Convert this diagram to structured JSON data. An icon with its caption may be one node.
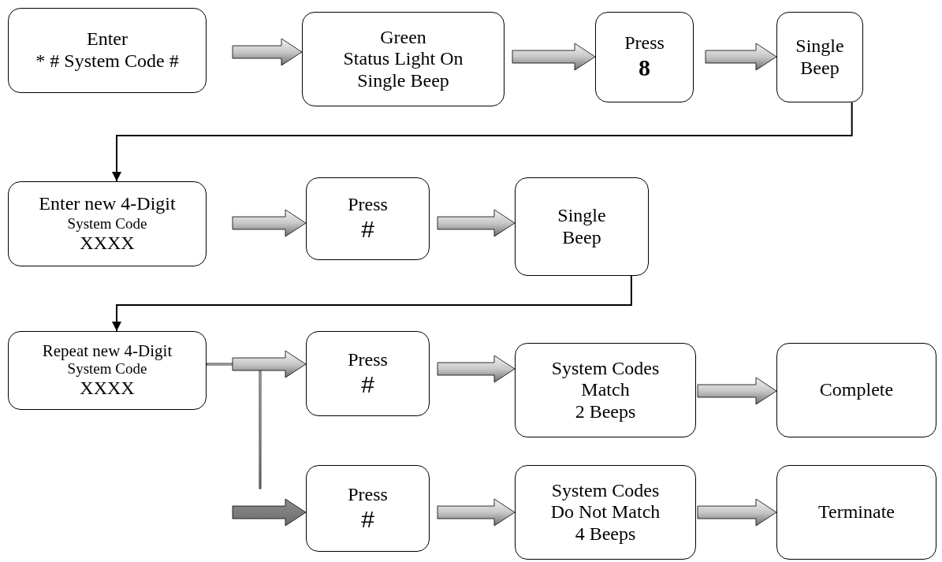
{
  "diagram": {
    "nodes": [
      {
        "text": [
          "Enter",
          "* # System Code #"
        ]
      },
      {
        "text": [
          "Green",
          "Status Light On",
          "Single Beep"
        ]
      },
      {
        "text": [
          "Press",
          "8"
        ]
      },
      {
        "text": [
          "Single",
          "Beep"
        ]
      },
      {
        "text": [
          "Enter new 4-Digit",
          "System Code",
          "XXXX"
        ]
      },
      {
        "text": [
          "Press",
          "#"
        ]
      },
      {
        "text": [
          "Single",
          "Beep"
        ]
      },
      {
        "text": [
          "Repeat new 4-Digit",
          "System Code",
          "XXXX"
        ]
      },
      {
        "text": [
          "Press",
          "#"
        ]
      },
      {
        "text": [
          "System Codes",
          "Match",
          "2 Beeps"
        ]
      },
      {
        "text": [
          "Complete"
        ]
      },
      {
        "text": [
          "Press",
          "#"
        ]
      },
      {
        "text": [
          "System Codes",
          "Do Not Match",
          "4 Beeps"
        ]
      },
      {
        "text": [
          "Terminate"
        ]
      }
    ],
    "edges": [
      {
        "from": 0,
        "to": 1,
        "arrow": "to"
      },
      {
        "from": 1,
        "to": 2,
        "arrow": "to"
      },
      {
        "from": 2,
        "to": 3,
        "arrow": "to"
      },
      {
        "from": 3,
        "to": 4,
        "arrow": "to"
      },
      {
        "from": 4,
        "to": 5,
        "arrow": "to"
      },
      {
        "from": 5,
        "to": 6,
        "arrow": "to"
      },
      {
        "from": 6,
        "to": 7,
        "arrow": "to"
      },
      {
        "from": 7,
        "to": 8,
        "arrow": "to"
      },
      {
        "from": 8,
        "to": 9,
        "arrow": "to"
      },
      {
        "from": 9,
        "to": 10,
        "arrow": "to"
      },
      {
        "from": 7,
        "to": 11,
        "arrow": "to"
      },
      {
        "from": 11,
        "to": 12,
        "arrow": "to"
      },
      {
        "from": 12,
        "to": 13,
        "arrow": "to"
      }
    ]
  }
}
